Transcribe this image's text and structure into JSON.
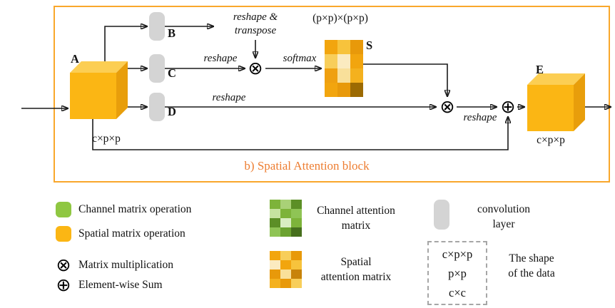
{
  "figure": {
    "caption": "b) Spatial Attention block"
  },
  "colors": {
    "frame": "#F9A72B",
    "caption": "#ED7D31",
    "cube_front": "#FBB614",
    "cube_top": "#FCCE53",
    "cube_side": "#E89E0B",
    "conv_layer": "#D4D4D4",
    "channel_op": "#8FC742",
    "spatial_op": "#FBB614"
  },
  "ops": {
    "matmul": "⊗",
    "sum": "⊕"
  },
  "diagram": {
    "node_a": "A",
    "node_b": "B",
    "node_c": "C",
    "node_d": "D",
    "node_e": "E",
    "node_s": "S",
    "shape_a": "c×p×p",
    "shape_e": "c×p×p",
    "s_dims": "(p×p)×(p×p)",
    "reshape_transpose_line1": "reshape &",
    "reshape_transpose_line2": "transpose",
    "reshape_c": "reshape",
    "softmax": "softmax",
    "reshape_d": "reshape",
    "reshape_out": "reshape",
    "s_matrix": [
      [
        "#F2A50E",
        "#F7C33C",
        "#E8990A"
      ],
      [
        "#F8CE5A",
        "#FBEBC0",
        "#F2A50E"
      ],
      [
        "#EFA010",
        "#F9E09A",
        "#F4B11E"
      ],
      [
        "#F2A50E",
        "#E8990A",
        "#9C6A02"
      ]
    ]
  },
  "legend": {
    "channel_op_label": "Channel matrix operation",
    "spatial_op_label": "Spatial matrix operation",
    "matmul_label": "Matrix multiplication",
    "sum_label": "Element-wise Sum",
    "channel_matrix_line1": "Channel attention",
    "channel_matrix_line2": "matrix",
    "spatial_matrix_line1": "Spatial",
    "spatial_matrix_line2": "attention matrix",
    "conv_line1": "convolution",
    "conv_line2": "layer",
    "shapes": [
      "c×p×p",
      "p×p",
      "c×c"
    ],
    "shapes_line1": "The shape",
    "shapes_line2": "of the data",
    "channel_matrix": [
      [
        "#7DB33A",
        "#A9D177",
        "#5C8F26"
      ],
      [
        "#C6E3A0",
        "#7DB33A",
        "#8FC455"
      ],
      [
        "#5C8F26",
        "#D9EDC2",
        "#7DB33A"
      ],
      [
        "#8FC455",
        "#6BA230",
        "#466F1D"
      ]
    ],
    "spatial_matrix": [
      [
        "#F2A50E",
        "#F8CE5A",
        "#E8990A"
      ],
      [
        "#FBEBC0",
        "#F2A50E",
        "#F7C33C"
      ],
      [
        "#E8990A",
        "#F9E09A",
        "#C8830A"
      ],
      [
        "#F4B11E",
        "#E8990A",
        "#F8CE5A"
      ]
    ]
  }
}
